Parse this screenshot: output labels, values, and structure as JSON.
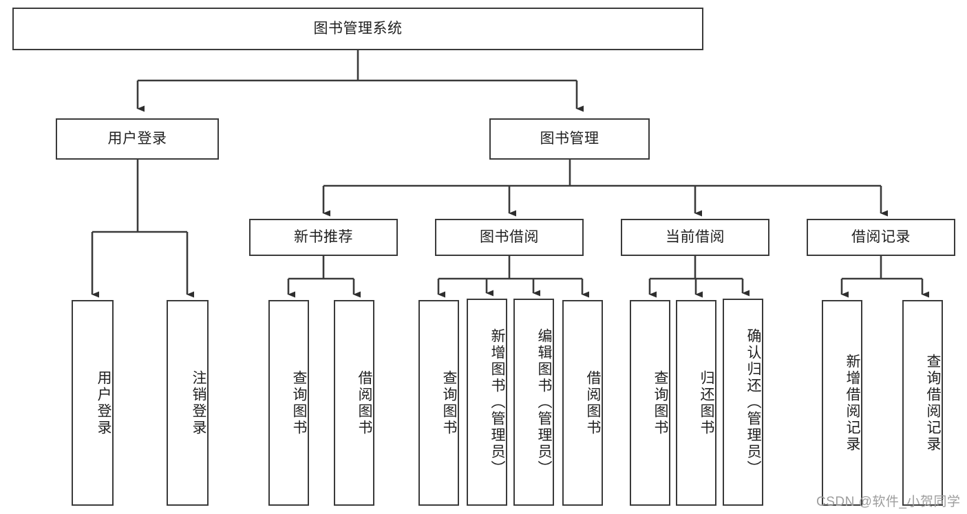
{
  "diagram": {
    "title": "图书管理系统",
    "type": "tree-structure-chart",
    "root": {
      "label": "图书管理系统"
    },
    "level2": [
      {
        "label": "用户登录"
      },
      {
        "label": "图书管理"
      }
    ],
    "level3": [
      {
        "label": "新书推荐"
      },
      {
        "label": "图书借阅"
      },
      {
        "label": "当前借阅"
      },
      {
        "label": "借阅记录"
      }
    ],
    "leaves": {
      "user_login": [
        {
          "label": "用户登录"
        },
        {
          "label": "注销登录"
        }
      ],
      "new_book_recommend": [
        {
          "label": "查询图书"
        },
        {
          "label": "借阅图书"
        }
      ],
      "book_borrow": [
        {
          "label": "查询图书"
        },
        {
          "label": "新增图书（管理员）"
        },
        {
          "label": "编辑图书（管理员）"
        },
        {
          "label": "借阅图书"
        }
      ],
      "current_borrow": [
        {
          "label": "查询图书"
        },
        {
          "label": "归还图书"
        },
        {
          "label": "确认归还（管理员）"
        }
      ],
      "borrow_record": [
        {
          "label": "新增借阅记录"
        },
        {
          "label": "查询借阅记录"
        }
      ]
    }
  },
  "watermark": {
    "text": "CSDN @软件_小贺同学"
  },
  "colors": {
    "stroke": "#3a3a3a",
    "fill": "#ffffff",
    "text": "#1f1f1f",
    "watermark": "#9d9d9d"
  }
}
